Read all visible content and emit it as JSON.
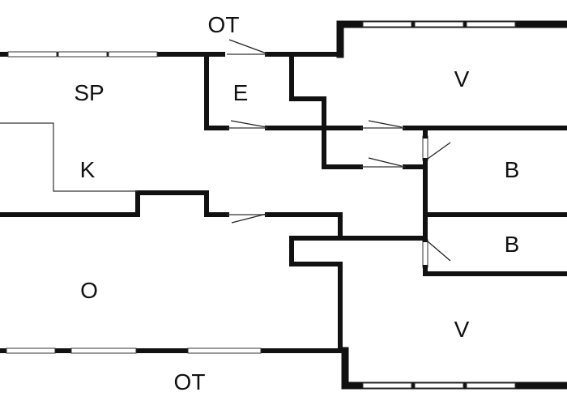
{
  "rooms": {
    "ot_top": "OT",
    "sp": "SP",
    "e": "E",
    "v_top": "V",
    "k": "K",
    "b_top": "B",
    "b_bottom": "B",
    "o": "O",
    "v_bottom": "V",
    "ot_bottom": "OT"
  },
  "colors": {
    "wall": "#111111",
    "background": "#ffffff"
  }
}
